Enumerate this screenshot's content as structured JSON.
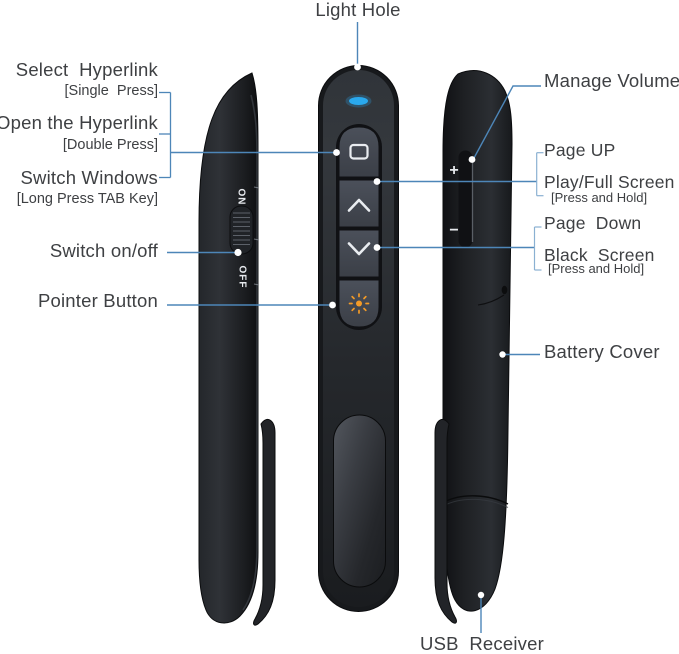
{
  "diagram": {
    "top": {
      "light_hole": "Light Hole"
    },
    "left_labels": {
      "select_hyperlink": "Select  Hyperlink",
      "select_hyperlink_sub": "[Single  Press]",
      "open_hyperlink": "Open the Hyperlink",
      "open_hyperlink_sub": "[Double Press]",
      "switch_windows": "Switch Windows",
      "switch_windows_sub": "[Long Press TAB Key]",
      "switch_on_off": "Switch on/off",
      "pointer_button": "Pointer Button"
    },
    "right_labels": {
      "manage_volume": "Manage Volume",
      "page_up": "Page UP",
      "play_full_screen": "Play/Full Screen",
      "play_full_screen_sub": "[Press and Hold]",
      "page_down": "Page  Down",
      "black_screen": "Black  Screen",
      "black_screen_sub": "[Press and Hold]",
      "battery_cover": "Battery Cover"
    },
    "bottom": {
      "usb_receiver": "USB  Receiver"
    },
    "device_markings": {
      "switch_on": "ON",
      "switch_off": "OFF",
      "volume_plus": "+",
      "volume_minus": "−"
    },
    "colors": {
      "callout_line": "#4d86b8",
      "bracket_line": "#8ab0d2",
      "label_text": "#3e4043",
      "led_blue": "#2aa9ee",
      "pointer_orange": "#f49b27",
      "device_body": "#202327",
      "button_cluster": "#454a52"
    }
  }
}
